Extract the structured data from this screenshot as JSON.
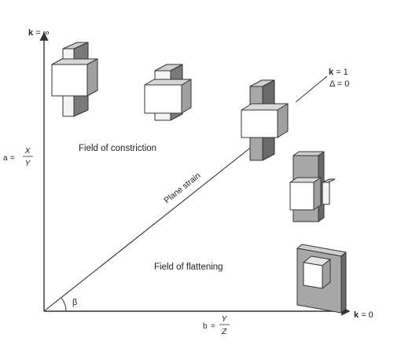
{
  "labels": {
    "k_inf_bold": "k",
    "k_inf_rest": "= ∞",
    "k_one_bold": "k",
    "k_one_rest": "= 1",
    "delta_zero": "Δ = 0",
    "k_zero_bold": "k",
    "k_zero_rest": "= 0",
    "a_var": "a",
    "a_eq": "=",
    "a_num": "X",
    "a_den": "Y",
    "b_var": "b",
    "b_eq": "=",
    "b_num": "Y",
    "b_den": "Z",
    "field_constriction": "Field of constriction",
    "field_flattening": "Field of flattening",
    "plane_strain": "Plane strain",
    "beta": "β"
  },
  "colors": {
    "line": "#333333",
    "box_front": "#ffffff",
    "box_top": "#c8c8c8",
    "box_side": "#8a8a8a",
    "plate_front": "#a8a8a8",
    "plate_side": "#6a6a6a"
  }
}
